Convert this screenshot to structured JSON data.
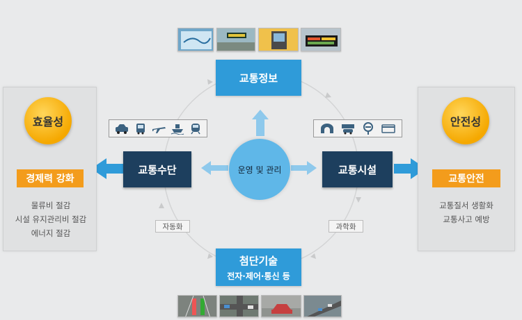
{
  "left_panel": {
    "circle_label": "효율성",
    "orange_label": "경제력 강화",
    "lines": [
      "물류비 절감",
      "시설 유지관리비 절감",
      "에너지 절감"
    ]
  },
  "right_panel": {
    "circle_label": "안전성",
    "orange_label": "교통안전",
    "lines": [
      "교통질서 생활화",
      "교통사고 예방"
    ]
  },
  "top_box": "교통정보",
  "left_box": "교통수단",
  "right_box": "교통시설",
  "center": "운영 및 관리",
  "bottom_box": {
    "title": "첨단기술",
    "subtitle": "전자·제어·통신 등"
  },
  "tags": {
    "left": "자동화",
    "right": "과학화"
  },
  "icons": {
    "transport": [
      "car-icon",
      "bus-icon",
      "airplane-icon",
      "ship-icon",
      "train-icon"
    ],
    "facilities": [
      "tunnel-icon",
      "parking-icon",
      "toll-sign-icon",
      "card-icon"
    ]
  },
  "colors": {
    "dark_blue": "#1d3f5e",
    "light_blue": "#2f9bd9",
    "orange": "#f39c1c",
    "gold": "#f5a800"
  }
}
